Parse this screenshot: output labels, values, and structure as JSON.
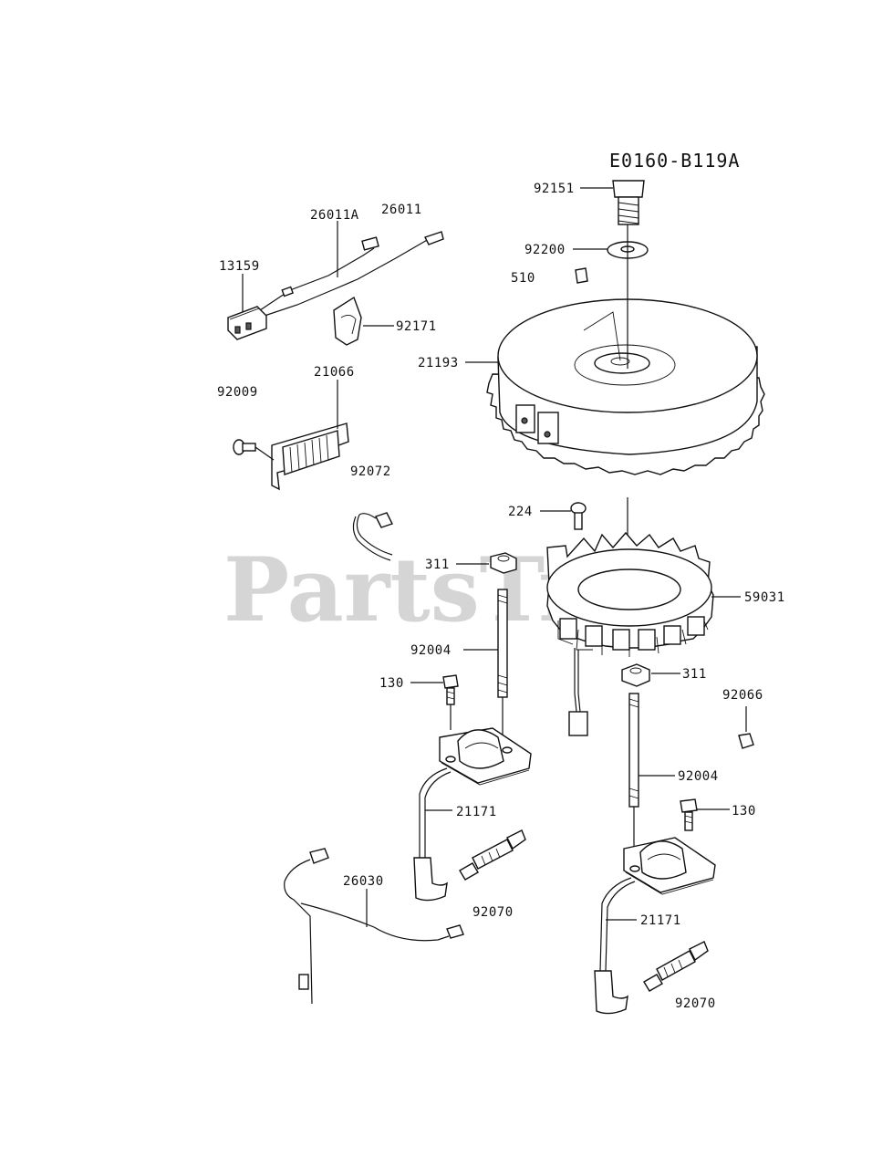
{
  "diagram": {
    "code": "E0160-B119A",
    "watermark": "PartsTree",
    "labels": {
      "p92151": "92151",
      "p92200": "92200",
      "p510": "510",
      "p26011A": "26011A",
      "p26011": "26011",
      "p13159": "13159",
      "p92171": "92171",
      "p21193": "21193",
      "p21066": "21066",
      "p92009": "92009",
      "p92072": "92072",
      "p224": "224",
      "p311a": "311",
      "p59031": "59031",
      "p92004a": "92004",
      "p130a": "130",
      "p311b": "311",
      "p92066": "92066",
      "p92004b": "92004",
      "p130b": "130",
      "p21171a": "21171",
      "p26030": "26030",
      "p92070a": "92070",
      "p21171b": "21171",
      "p92070b": "92070"
    }
  }
}
